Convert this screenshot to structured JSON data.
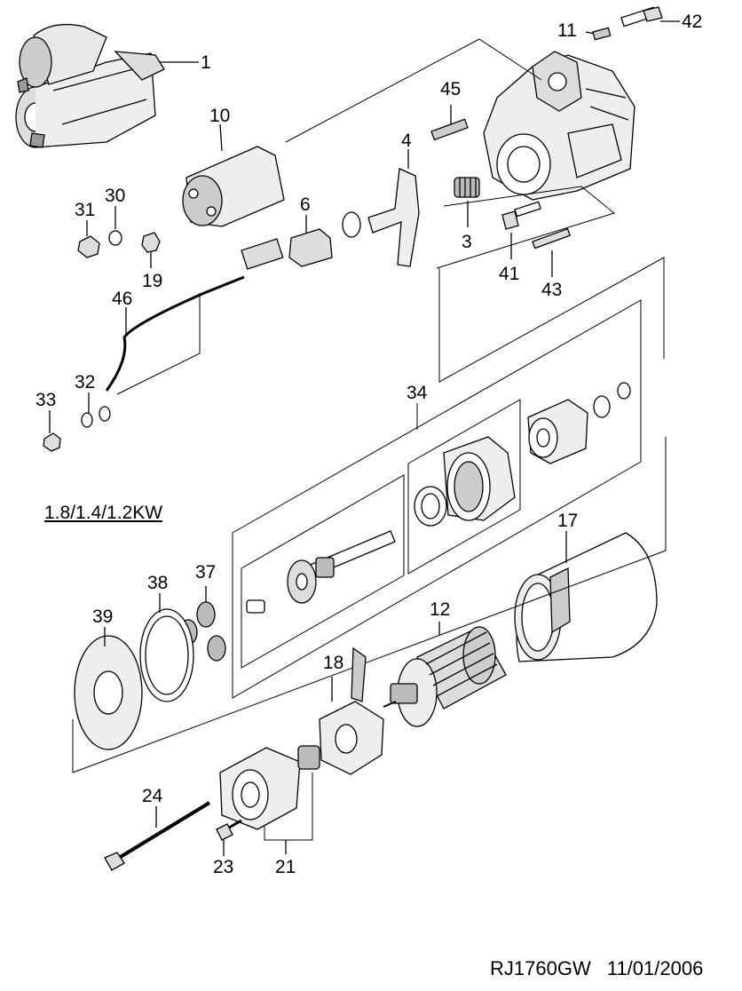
{
  "callouts": {
    "c1": "1",
    "c3": "3",
    "c4": "4",
    "c6": "6",
    "c10": "10",
    "c11": "11",
    "c12": "12",
    "c17": "17",
    "c18": "18",
    "c19": "19",
    "c21": "21",
    "c23": "23",
    "c24": "24",
    "c30": "30",
    "c31": "31",
    "c32": "32",
    "c33": "33",
    "c34": "34",
    "c37": "37",
    "c38": "38",
    "c39": "39",
    "c41": "41",
    "c42": "42",
    "c43": "43",
    "c45": "45",
    "c46": "46"
  },
  "variant_label": "1.8/1.4/1.2KW",
  "footer": {
    "code": "RJ1760GW",
    "date": "11/01/2006"
  }
}
